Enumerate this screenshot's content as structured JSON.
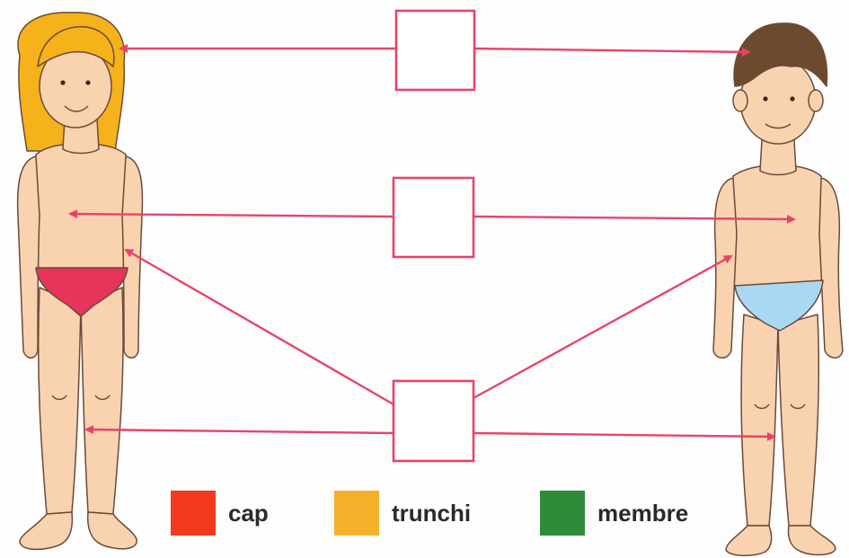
{
  "colors": {
    "skin": "#f9d2b0",
    "skin_outline": "#6b4a3a",
    "girl_hair": "#f5b21b",
    "boy_hair": "#6b4a2e",
    "girl_briefs": "#e5355a",
    "boy_briefs": "#a9d8f2",
    "arrow": "#e8446a",
    "box_border": "#e8446a"
  },
  "figures": [
    {
      "name": "girl",
      "hair": "girl-hair",
      "briefs": "girl_briefs"
    },
    {
      "name": "boy",
      "hair": "boy-hair",
      "briefs": "boy_briefs"
    }
  ],
  "answer_boxes": [
    {
      "id": "head",
      "value": ""
    },
    {
      "id": "trunk",
      "value": ""
    },
    {
      "id": "limbs",
      "value": ""
    }
  ],
  "legend": [
    {
      "label": "cap",
      "color": "#f23a1f"
    },
    {
      "label": "trunchi",
      "color": "#f6b12a"
    },
    {
      "label": "membre",
      "color": "#2e8b3a"
    }
  ]
}
